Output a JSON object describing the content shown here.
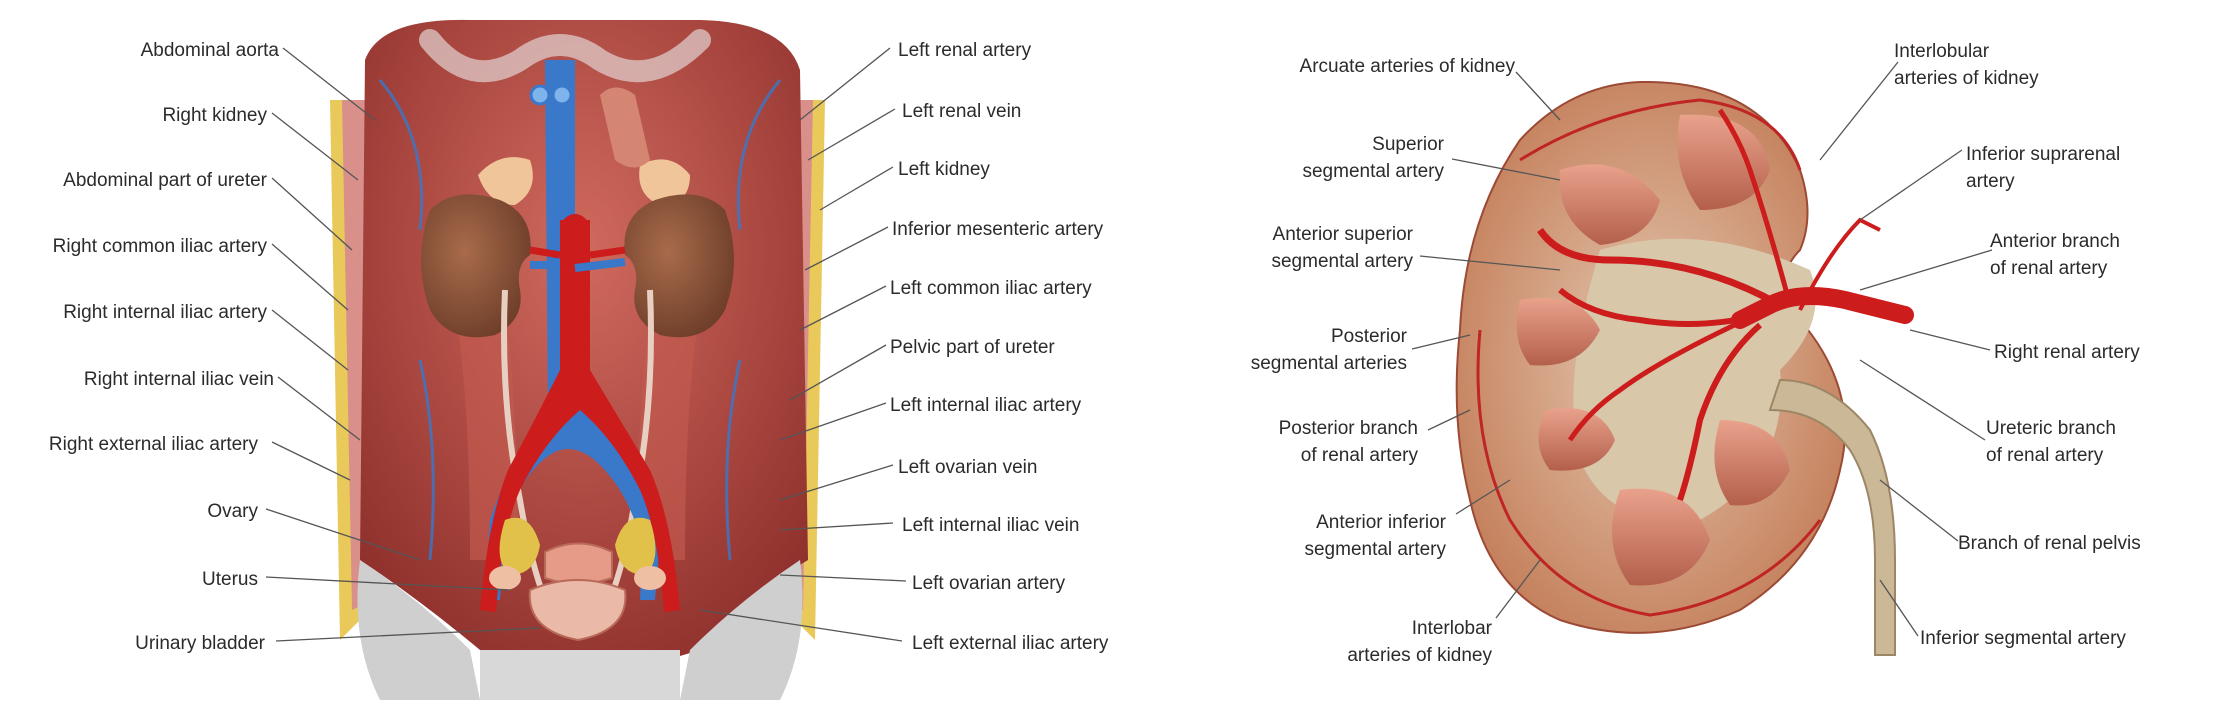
{
  "left_panel": {
    "labels_left": [
      "Abdominal aorta",
      "Right kidney",
      "Abdominal part of ureter",
      "Right common iliac artery",
      "Right internal iliac artery",
      "Right internal iliac vein",
      "Right external iliac artery",
      "Ovary",
      "Uterus",
      "Urinary bladder"
    ],
    "labels_right": [
      "Left renal artery",
      "Left renal vein",
      "Left kidney",
      "Inferior mesenteric artery",
      "Left common iliac artery",
      "Pelvic part of ureter",
      "Left internal iliac artery",
      "Left ovarian vein",
      "Left internal iliac vein",
      "Left ovarian artery",
      "Left external iliac artery"
    ]
  },
  "right_panel": {
    "labels_left": [
      [
        "Arcuate arteries of kidney"
      ],
      [
        "Superior",
        "segmental artery"
      ],
      [
        "Anterior superior",
        "segmental artery"
      ],
      [
        "Posterior",
        "segmental arteries"
      ],
      [
        "Posterior branch",
        "of renal artery"
      ],
      [
        "Anterior inferior",
        "segmental artery"
      ],
      [
        "Interlobar",
        "arteries of kidney"
      ]
    ],
    "labels_right": [
      [
        "Interlobular",
        "arteries of kidney"
      ],
      [
        "Inferior suprarenal",
        "artery"
      ],
      [
        "Anterior branch",
        "of renal artery"
      ],
      [
        "Right renal artery"
      ],
      [
        "Ureteric branch",
        "of renal artery"
      ],
      [
        "Branch of renal pelvis"
      ],
      [
        "Inferior segmental artery"
      ]
    ]
  },
  "colors": {
    "artery": "#cc1c1c",
    "vein": "#3a78c9",
    "muscle": "#b9504a",
    "kidney": "#8f5a3e",
    "renal_sinus": "#d8c7a9",
    "cortex": "#c8704f",
    "leader_line": "#555555"
  }
}
